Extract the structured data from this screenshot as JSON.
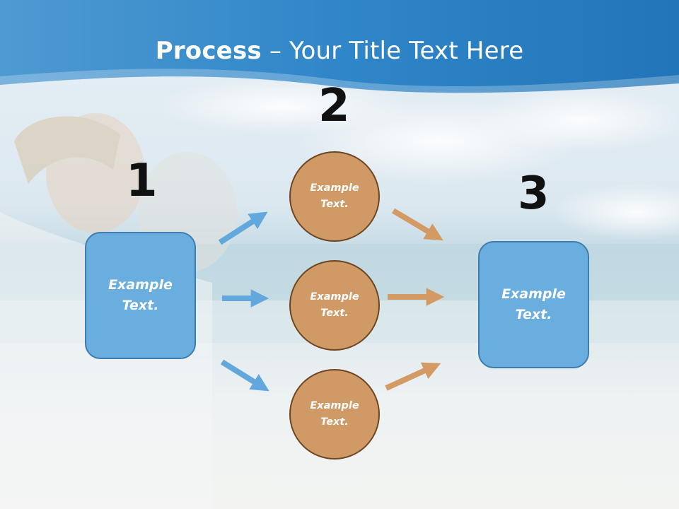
{
  "title": {
    "bold": "Process",
    "rest": " – Your Title Text Here"
  },
  "numbers": {
    "n1": "1",
    "n2": "2",
    "n3": "3"
  },
  "box_left": {
    "line1": "Example",
    "line2": "Text."
  },
  "box_right": {
    "line1": "Example",
    "line2": "Text."
  },
  "circles": [
    {
      "line1": "Example",
      "line2": "Text."
    },
    {
      "line1": "Example",
      "line2": "Text."
    },
    {
      "line1": "Example",
      "line2": "Text."
    }
  ],
  "colors": {
    "header": "#2a7fc0",
    "box": "#6aaee0",
    "circle": "#d09a66",
    "arrow_blue": "#62a8dc",
    "arrow_orange": "#d49a64"
  }
}
